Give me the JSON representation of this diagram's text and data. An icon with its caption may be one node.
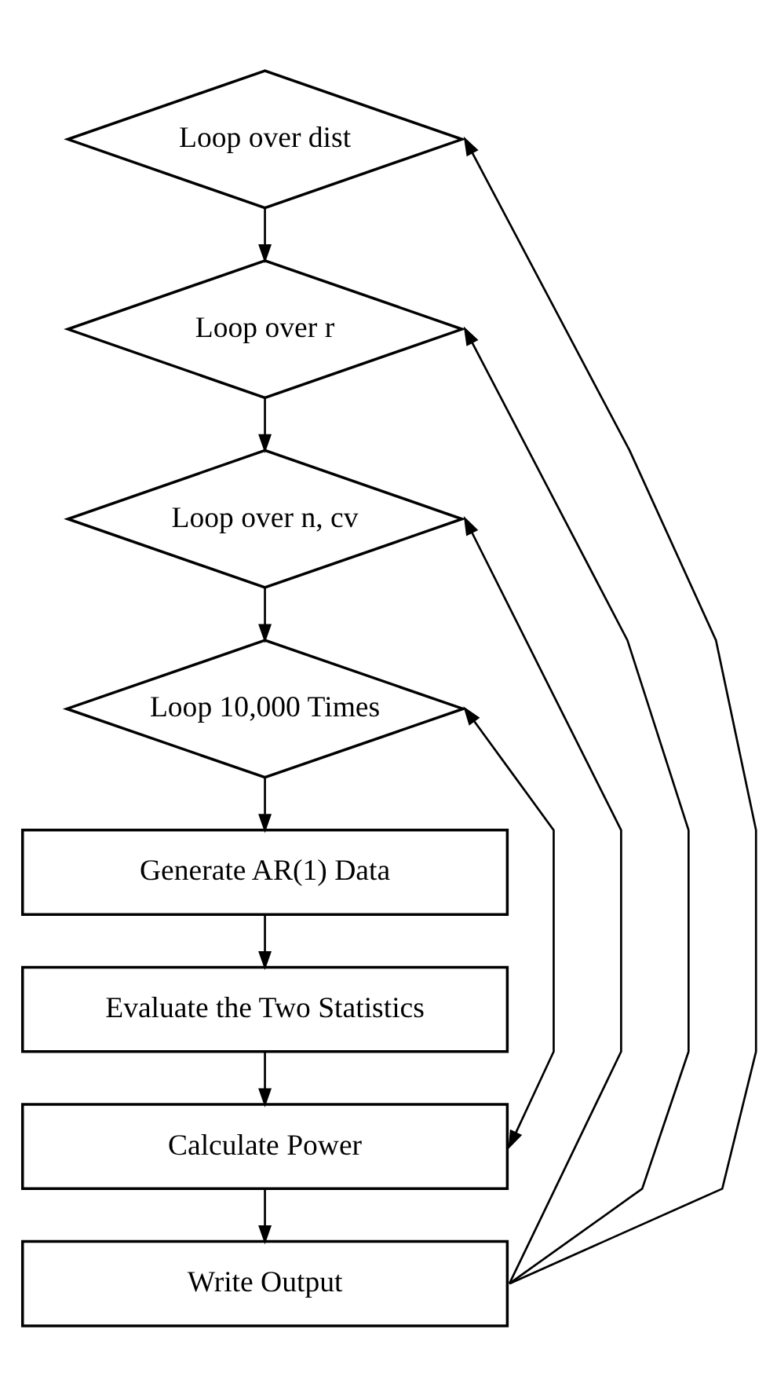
{
  "diagram": {
    "nodes": [
      {
        "text": [
          "Loop over dist"
        ]
      },
      {
        "text": [
          "Loop over r"
        ]
      },
      {
        "text": [
          "Loop over n, cv"
        ]
      },
      {
        "text": [
          "Loop 10,000 Times"
        ]
      },
      {
        "text": [
          "Generate AR(1) Data"
        ]
      },
      {
        "text": [
          "Evaluate the Two Statistics"
        ]
      },
      {
        "text": [
          "Calculate Power"
        ]
      },
      {
        "text": [
          "Write Output"
        ]
      }
    ],
    "edges": [
      {
        "from": 0,
        "to": 1,
        "arrow": "to"
      },
      {
        "from": 1,
        "to": 2,
        "arrow": "to"
      },
      {
        "from": 2,
        "to": 3,
        "arrow": "to"
      },
      {
        "from": 3,
        "to": 4,
        "arrow": "to"
      },
      {
        "from": 4,
        "to": 5,
        "arrow": "to"
      },
      {
        "from": 5,
        "to": 6,
        "arrow": "to"
      },
      {
        "from": 6,
        "to": 7,
        "arrow": "to"
      },
      {
        "from": 3,
        "to": 6,
        "arrow": "both"
      },
      {
        "from": 7,
        "to": 2,
        "arrow": "to"
      },
      {
        "from": 7,
        "to": 1,
        "arrow": "to"
      },
      {
        "from": 7,
        "to": 0,
        "arrow": "to"
      }
    ]
  }
}
